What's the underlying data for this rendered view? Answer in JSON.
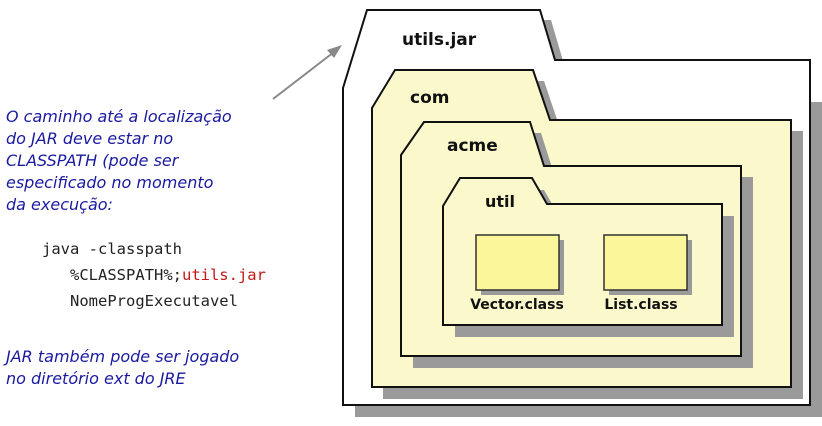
{
  "diagram": {
    "folders": [
      {
        "label": "utils.jar"
      },
      {
        "label": "com"
      },
      {
        "label": "acme"
      },
      {
        "label": "util"
      }
    ],
    "files": [
      {
        "label": "Vector.class"
      },
      {
        "label": "List.class"
      }
    ],
    "colors": {
      "outer_folder_fill": "#ffffff",
      "inner_folder_fill": "#fbf9cc",
      "file_fill": "#fcf69a",
      "shadow": "#9a9a9a",
      "note_text": "#1a1aa0",
      "highlight": "#c01818"
    }
  },
  "note1": {
    "lines": [
      "O caminho até a localização",
      "do JAR deve estar no",
      "CLASSPATH (pode ser",
      "especificado no momento",
      "da execução:"
    ]
  },
  "command": {
    "line1": "java -classpath",
    "line2_prefix": "%CLASSPATH%;",
    "line2_jar": "utils.jar",
    "line3": "NomeProgExecutavel"
  },
  "note2": {
    "lines": [
      "JAR também pode ser jogado",
      "no diretório ext do JRE"
    ]
  }
}
